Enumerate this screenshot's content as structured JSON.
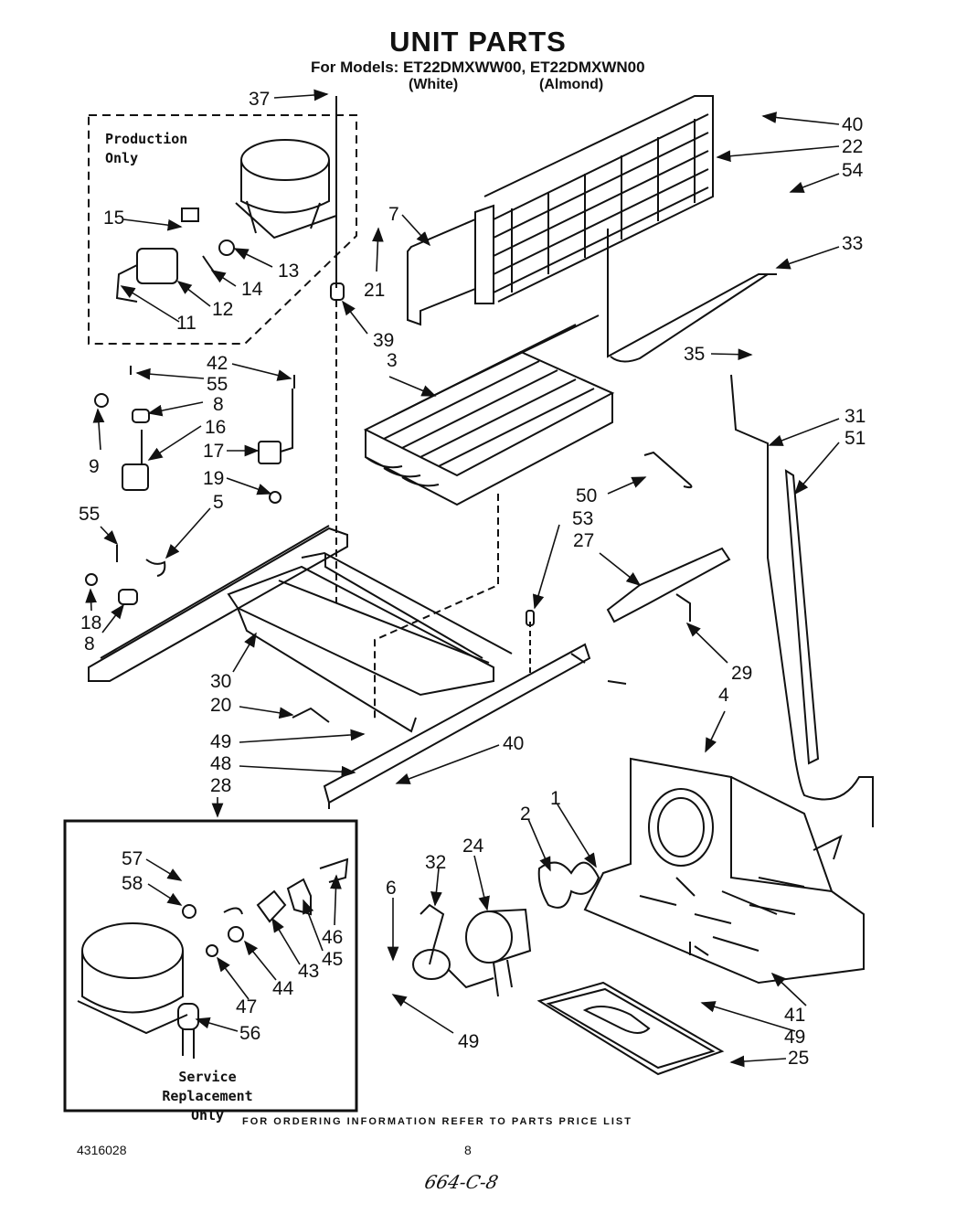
{
  "header": {
    "title": "UNIT PARTS",
    "models": "For Models: ET22DMXWW00, ET22DMXWN00",
    "white": "(White)",
    "almond": "(Almond)"
  },
  "boxes": {
    "production_only": [
      "Production",
      "Only"
    ],
    "service_replacement": [
      "Service Replacement",
      "Only"
    ]
  },
  "footer": {
    "ordering_note": "FOR ORDERING INFORMATION REFER TO PARTS PRICE LIST",
    "doc_number": "4316028",
    "page_number": "8",
    "handwritten": "664-C-8"
  },
  "callouts": {
    "c37": "37",
    "c40a": "40",
    "c22": "22",
    "c54": "54",
    "c7": "7",
    "c33": "33",
    "c15": "15",
    "c13": "13",
    "c14": "14",
    "c12": "12",
    "c11": "11",
    "c21": "21",
    "c39": "39",
    "c35": "35",
    "c42": "42",
    "c55a": "55",
    "c3": "3",
    "c8a": "8",
    "c16": "16",
    "c9": "9",
    "c17": "17",
    "c31": "31",
    "c51": "51",
    "c19": "19",
    "c5": "5",
    "c55b": "55",
    "c50": "50",
    "c53": "53",
    "c27": "27",
    "c18": "18",
    "c8b": "8",
    "c30": "30",
    "c29": "29",
    "c20": "20",
    "c4": "4",
    "c49a": "49",
    "c40b": "40",
    "c48": "48",
    "c28": "28",
    "c57": "57",
    "c58": "58",
    "c2": "2",
    "c1": "1",
    "c24": "24",
    "c32": "32",
    "c6": "6",
    "c46": "46",
    "c45": "45",
    "c43": "43",
    "c44": "44",
    "c47": "47",
    "c56": "56",
    "c41": "41",
    "c49b": "49",
    "c49c": "49",
    "c25": "25"
  }
}
